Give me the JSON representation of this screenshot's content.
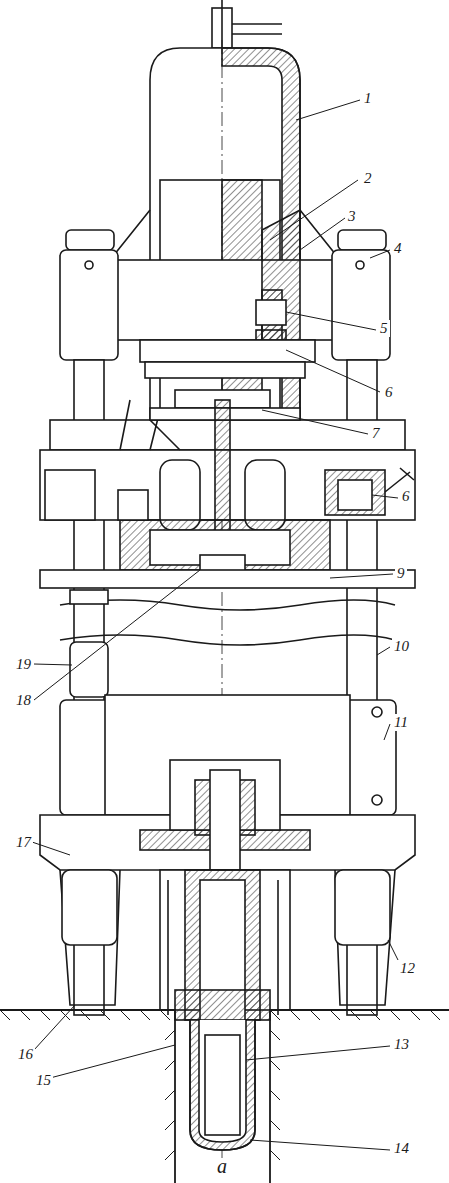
{
  "diagram": {
    "caption": "a",
    "labels": [
      "1",
      "2",
      "3",
      "4",
      "5",
      "6",
      "7",
      "6",
      "9",
      "10",
      "11",
      "12",
      "13",
      "14",
      "15",
      "16",
      "17",
      "18",
      "19"
    ]
  }
}
